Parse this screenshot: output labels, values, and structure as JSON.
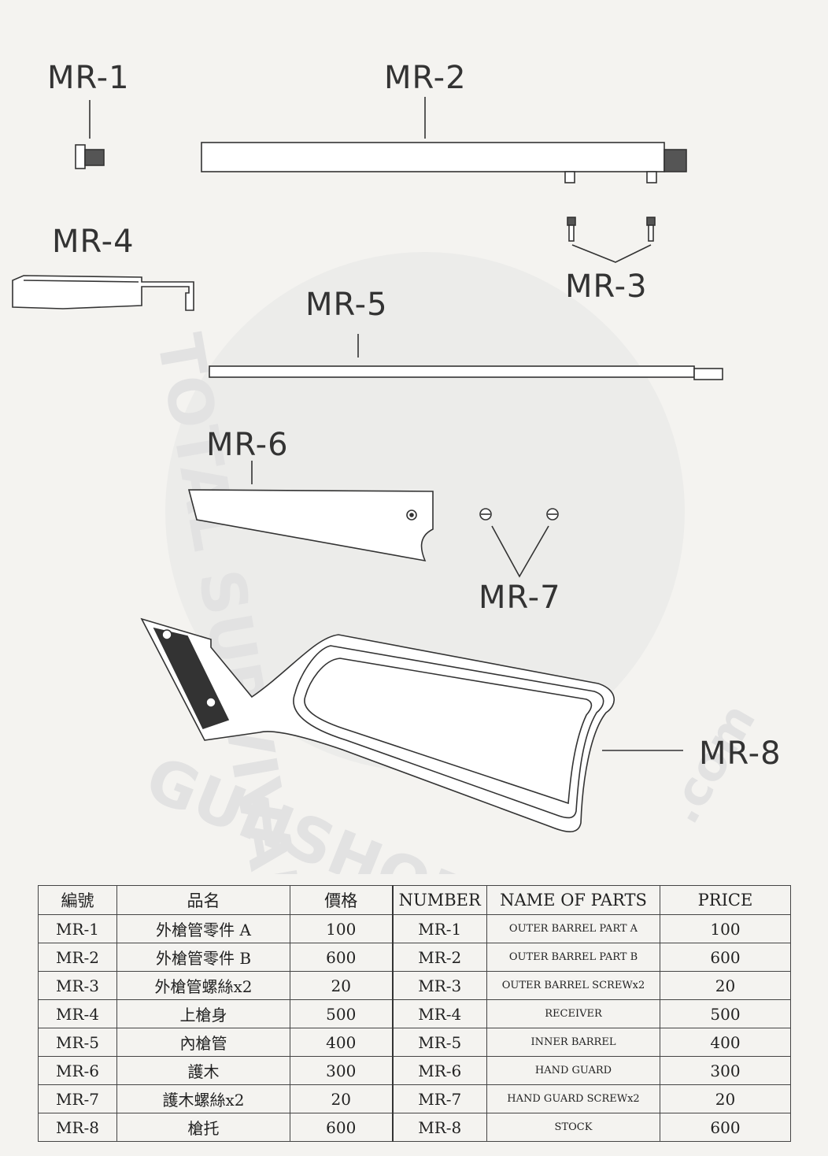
{
  "watermark": {
    "line1": "TOTAL SURVIVAL",
    "line2": "GUNSHOP GUNDAY",
    "suffix": ".com"
  },
  "callouts": {
    "mr1": "MR-1",
    "mr2": "MR-2",
    "mr3": "MR-3",
    "mr4": "MR-4",
    "mr5": "MR-5",
    "mr6": "MR-6",
    "mr7": "MR-7",
    "mr8": "MR-8"
  },
  "table": {
    "headers": [
      "編號",
      "品名",
      "價格",
      "NUMBER",
      "NAME OF PARTS",
      "PRICE"
    ],
    "rows": [
      {
        "no": "MR-1",
        "name_zh": "外槍管零件 A",
        "price": "100",
        "number": "MR-1",
        "name_en": "OUTER BARREL PART A",
        "price_en": "100"
      },
      {
        "no": "MR-2",
        "name_zh": "外槍管零件 B",
        "price": "600",
        "number": "MR-2",
        "name_en": "OUTER BARREL PART B",
        "price_en": "600"
      },
      {
        "no": "MR-3",
        "name_zh": "外槍管螺絲x2",
        "price": "20",
        "number": "MR-3",
        "name_en": "OUTER BARREL SCREWx2",
        "price_en": "20"
      },
      {
        "no": "MR-4",
        "name_zh": "上槍身",
        "price": "500",
        "number": "MR-4",
        "name_en": "RECEIVER",
        "price_en": "500"
      },
      {
        "no": "MR-5",
        "name_zh": "內槍管",
        "price": "400",
        "number": "MR-5",
        "name_en": "INNER BARREL",
        "price_en": "400"
      },
      {
        "no": "MR-6",
        "name_zh": "護木",
        "price": "300",
        "number": "MR-6",
        "name_en": "HAND GUARD",
        "price_en": "300"
      },
      {
        "no": "MR-7",
        "name_zh": "護木螺絲x2",
        "price": "20",
        "number": "MR-7",
        "name_en": "HAND GUARD SCREWx2",
        "price_en": "20"
      },
      {
        "no": "MR-8",
        "name_zh": "槍托",
        "price": "600",
        "number": "MR-8",
        "name_en": "STOCK",
        "price_en": "600"
      }
    ]
  }
}
